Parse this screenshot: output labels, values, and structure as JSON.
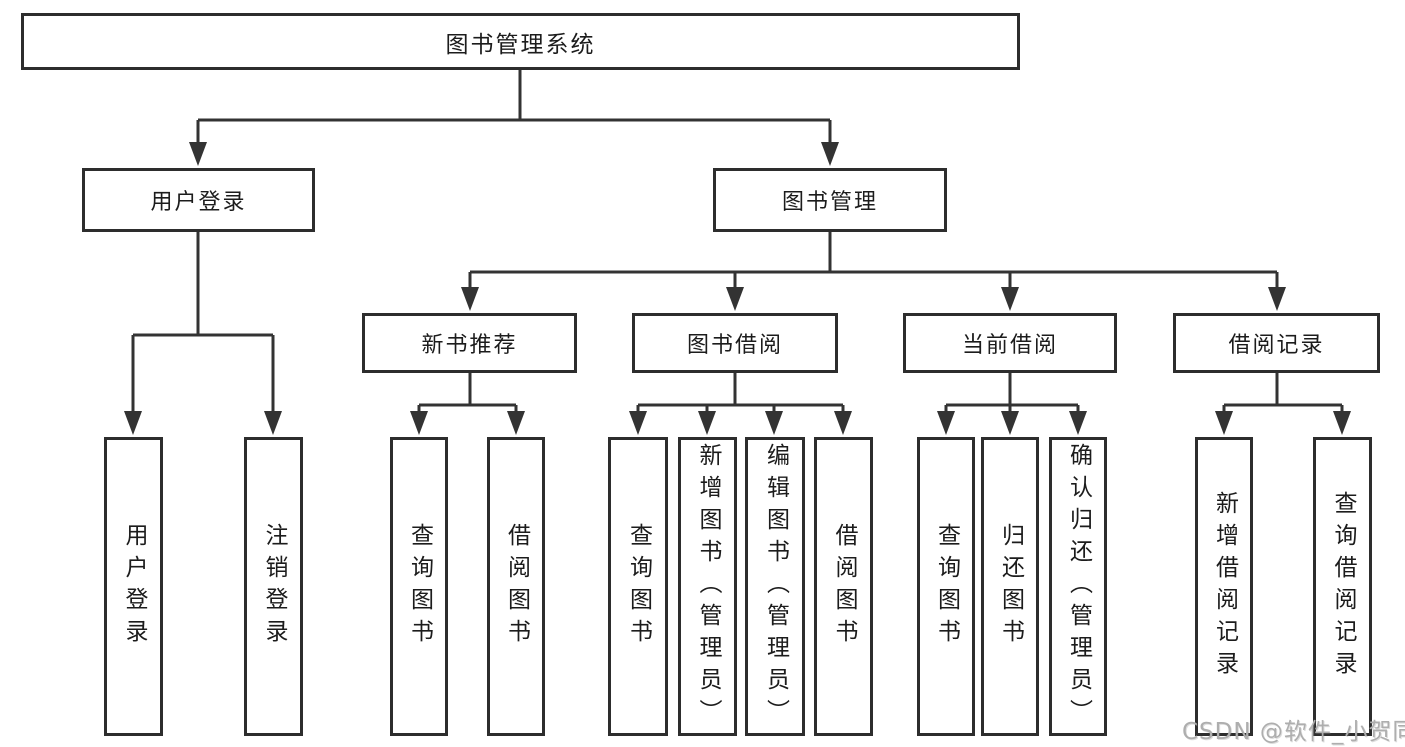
{
  "colors": {
    "line": "#333333",
    "box_border": "#2d2d2d",
    "text": "#1c1c1c",
    "background": "#ffffff",
    "watermark": "#aeaeae"
  },
  "watermark": {
    "text": "CSDN @软件_小贺同学"
  },
  "tree": {
    "root": {
      "label": "图书管理系统",
      "children": [
        {
          "label": "用户登录",
          "children": [
            {
              "label": "用户登录"
            },
            {
              "label": "注销登录"
            }
          ]
        },
        {
          "label": "图书管理",
          "children": [
            {
              "label": "新书推荐",
              "children": [
                {
                  "label": "查询图书"
                },
                {
                  "label": "借阅图书"
                }
              ]
            },
            {
              "label": "图书借阅",
              "children": [
                {
                  "label": "查询图书"
                },
                {
                  "label": "新增图书（管理员）"
                },
                {
                  "label": "编辑图书（管理员）"
                },
                {
                  "label": "借阅图书"
                }
              ]
            },
            {
              "label": "当前借阅",
              "children": [
                {
                  "label": "查询图书"
                },
                {
                  "label": "归还图书"
                },
                {
                  "label": "确认归还（管理员）"
                }
              ]
            },
            {
              "label": "借阅记录",
              "children": [
                {
                  "label": "新增借阅记录"
                },
                {
                  "label": "查询借阅记录"
                }
              ]
            }
          ]
        }
      ]
    }
  }
}
